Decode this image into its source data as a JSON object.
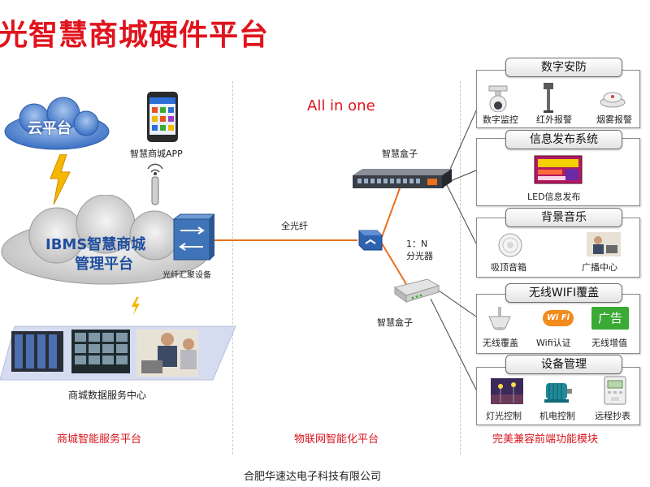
{
  "title": "光智慧商城硬件平台",
  "slogan": "All in one",
  "cloud": {
    "label": "云平台"
  },
  "app": {
    "label": "智慧商城APP"
  },
  "ibms": {
    "line1": "IBMS智慧商城",
    "line2": "管理平台",
    "switch_label": "光纤汇聚设备"
  },
  "datacenter": {
    "label": "商城数据服务中心"
  },
  "fiber": {
    "label": "全光纤"
  },
  "splitter": {
    "label1": "1：N",
    "label2": "分光器"
  },
  "box_top": {
    "label": "智慧盒子"
  },
  "box_bottom": {
    "label": "智慧盒子"
  },
  "sections": [
    {
      "label": "商城智能服务平台"
    },
    {
      "label": "物联网智能化平台"
    },
    {
      "label": "完美兼容前端功能模块"
    }
  ],
  "modules": [
    {
      "title": "数字安防",
      "items": [
        {
          "label": "数字监控",
          "icon": "dome-camera-icon"
        },
        {
          "label": "红外报警",
          "icon": "infrared-sensor-icon"
        },
        {
          "label": "烟雾报警",
          "icon": "smoke-detector-icon"
        }
      ]
    },
    {
      "title": "信息发布系统",
      "items": [
        {
          "label": "LED信息发布",
          "icon": "led-screen-icon"
        }
      ]
    },
    {
      "title": "背景音乐",
      "items": [
        {
          "label": "吸顶音箱",
          "icon": "ceiling-speaker-icon"
        },
        {
          "label": "广播中心",
          "icon": "broadcast-center-icon"
        }
      ]
    },
    {
      "title": "无线WIFI覆盖",
      "items": [
        {
          "label": "无线覆盖",
          "icon": "wireless-ap-icon"
        },
        {
          "label": "Wifi认证",
          "icon": "wifi-logo-icon",
          "badge": "Wi Fi"
        },
        {
          "label": "无线增值",
          "icon": "ad-badge-icon",
          "badge": "广告"
        }
      ]
    },
    {
      "title": "设备管理",
      "items": [
        {
          "label": "灯光控制",
          "icon": "street-light-icon"
        },
        {
          "label": "机电控制",
          "icon": "motor-icon"
        },
        {
          "label": "远程抄表",
          "icon": "meter-icon"
        }
      ]
    }
  ],
  "company": "合肥华速达电子科技有限公司",
  "colors": {
    "title_red": "#e0141e",
    "fiber_orange": "#e8701e",
    "cloud_blue": "#3a6fc4",
    "wifi_orange": "#f28a1c",
    "ad_green": "#3aaa35"
  }
}
